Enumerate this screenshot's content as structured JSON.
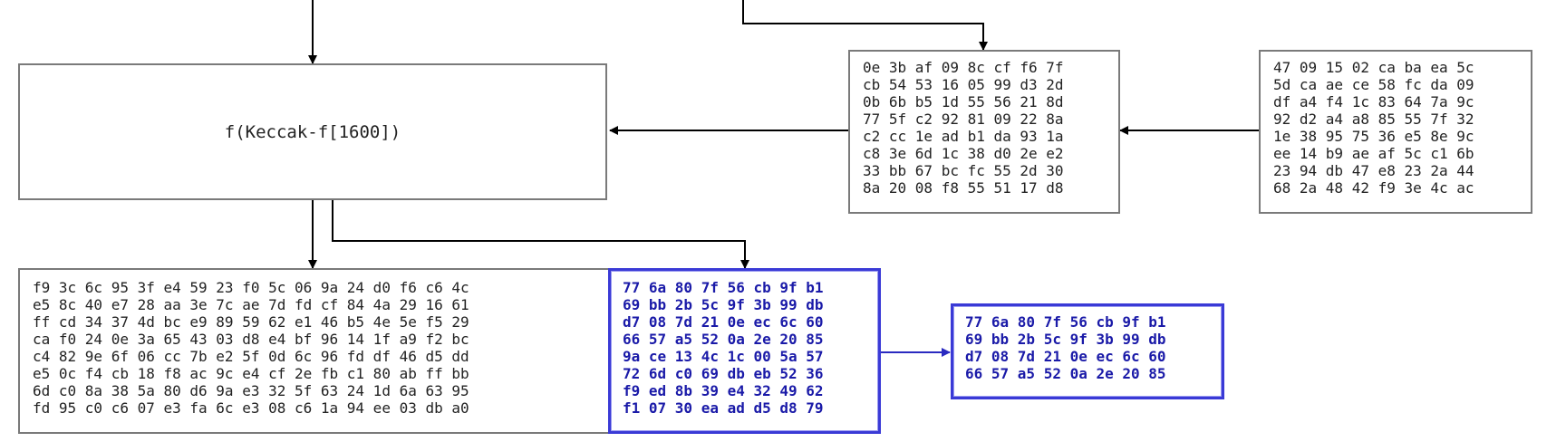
{
  "function_box": {
    "label": "f(Keccak-f[1600])"
  },
  "colors": {
    "line": "#000000",
    "box_border": "#7a7a7a",
    "highlight": "#3a3ad6",
    "highlight_text": "#1a1aa8"
  },
  "input_state": [
    "0e 3b af 09 8c cf f6 7f",
    "cb 54 53 16 05 99 d3 2d",
    "0b 6b b5 1d 55 56 21 8d",
    "77 5f c2 92 81 09 22 8a",
    "c2 cc 1e ad b1 da 93 1a",
    "c8 3e 6d 1c 38 d0 2e e2",
    "33 bb 67 bc fc 55 2d 30",
    "8a 20 08 f8 55 51 17 d8"
  ],
  "input_block": [
    "47 09 15 02 ca ba ea 5c",
    "5d ca ae ce 58 fc da 09",
    "df a4 f4 1c 83 64 7a 9c",
    "92 d2 a4 a8 85 55 7f 32",
    "1e 38 95 75 36 e5 8e 9c",
    "ee 14 b9 ae af 5c c1 6b",
    "23 94 db 47 e8 23 2a 44",
    "68 2a 48 42 f9 3e 4c ac"
  ],
  "output_state": [
    "f9 3c 6c 95 3f e4 59 23 f0 5c 06 9a 24 d0 f6 c6 4c",
    "e5 8c 40 e7 28 aa 3e 7c ae 7d fd cf 84 4a 29 16 61",
    "ff cd 34 37 4d bc e9 89 59 62 e1 46 b5 4e 5e f5 29",
    "ca f0 24 0e 3a 65 43 03 d8 e4 bf 96 14 1f a9 f2 bc",
    "c4 82 9e 6f 06 cc 7b e2 5f 0d 6c 96 fd df 46 d5 dd",
    "e5 0c f4 cb 18 f8 ac 9c e4 cf 2e fb c1 80 ab ff bb",
    "6d c0 8a 38 5a 80 d6 9a e3 32 5f 63 24 1d 6a 63 95",
    "fd 95 c0 c6 07 e3 fa 6c e3 08 c6 1a 94 ee 03 db a0"
  ],
  "output_rate": [
    "77 6a 80 7f 56 cb 9f b1",
    "69 bb 2b 5c 9f 3b 99 db",
    "d7 08 7d 21 0e ec 6c 60",
    "66 57 a5 52 0a 2e 20 85",
    "9a ce 13 4c 1c 00 5a 57",
    "72 6d c0 69 db eb 52 36",
    "f9 ed 8b 39 e4 32 49 62",
    "f1 07 30 ea ad d5 d8 79"
  ],
  "digest": [
    "77 6a 80 7f 56 cb 9f b1",
    "69 bb 2b 5c 9f 3b 99 db",
    "d7 08 7d 21 0e ec 6c 60",
    "66 57 a5 52 0a 2e 20 85"
  ]
}
